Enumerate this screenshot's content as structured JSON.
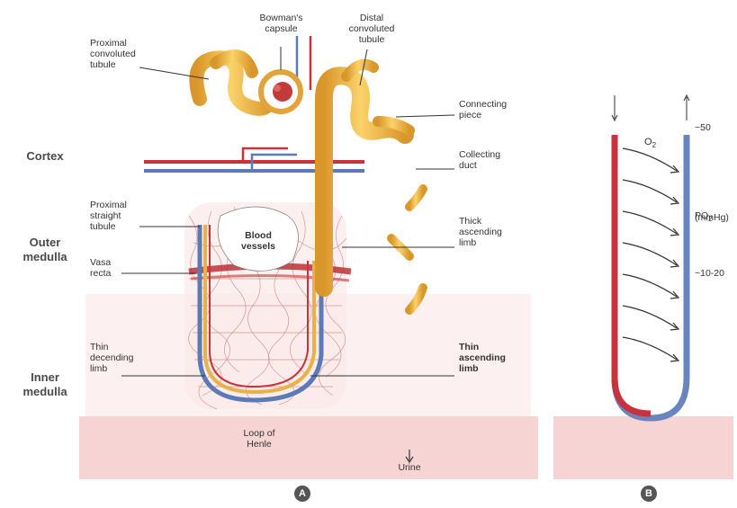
{
  "panel_a": {
    "zones": {
      "cortex": "Cortex",
      "outer_medulla": "Outer\nmedulla",
      "inner_medulla": "Inner\nmedulla"
    },
    "labels": {
      "bowmans_capsule": "Bowman's\ncapsule",
      "distal_convoluted_tubule": "Distal\nconvoluted\ntubule",
      "proximal_convoluted_tubule": "Proximal\nconvoluted\ntubule",
      "connecting_piece": "Connecting\npiece",
      "collecting_duct": "Collecting\nduct",
      "proximal_straight_tubule": "Proximal\nstraight\ntubule",
      "thick_ascending_limb": "Thick\nascending\nlimb",
      "blood_vessels": "Blood\nvessels",
      "vasa_recta": "Vasa\nrecta",
      "thin_descending_limb": "Thin\ndecending\nlimb",
      "thin_ascending_limb": "Thin\nascending\nlimb",
      "loop_of_henle": "Loop of\nHenle",
      "urine": "Urine"
    },
    "badge": "A"
  },
  "panel_b": {
    "o2_label": "O",
    "o2_sub": "2",
    "po2_top": "~50",
    "po2_label": "PO",
    "po2_sub": "2",
    "po2_unit": "(mmHg)",
    "po2_mid": "~10-20",
    "badge": "B"
  },
  "colors": {
    "tubule": "#f2b640",
    "artery": "#c8323c",
    "vein": "#5a7ab8",
    "medulla_band": "#fdf0f0",
    "bottom_band": "#f6d4d4"
  }
}
